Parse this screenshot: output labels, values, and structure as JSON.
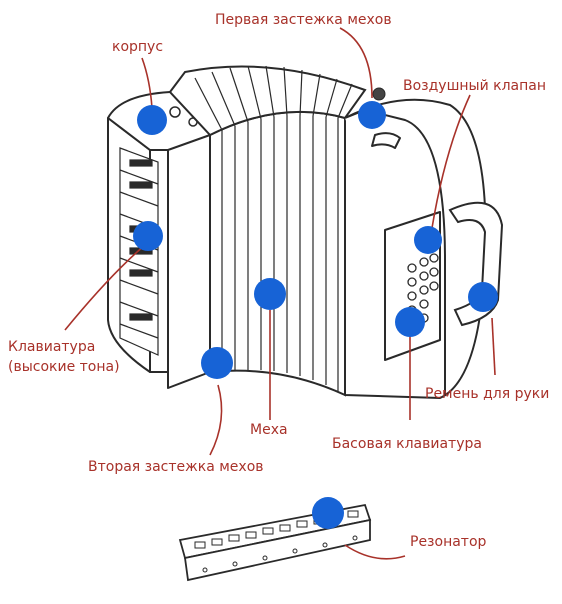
{
  "colors": {
    "label": "#a8322a",
    "marker": "#1763d6",
    "line": "#2a2a2a",
    "body_fill": "#ffffff"
  },
  "labels": {
    "korpus": "корпус",
    "first_clasp": "Первая застежка мехов",
    "air_valve": "Воздушный клапан",
    "keyboard_high_line1": "Клавиатура",
    "keyboard_high_line2": "(высокие тона)",
    "bellows": "Меха",
    "hand_strap": "Ремень для руки",
    "bass_keyboard": "Басовая клавиатура",
    "second_clasp": "Вторая застежка мехов",
    "resonator": "Резонатор"
  }
}
